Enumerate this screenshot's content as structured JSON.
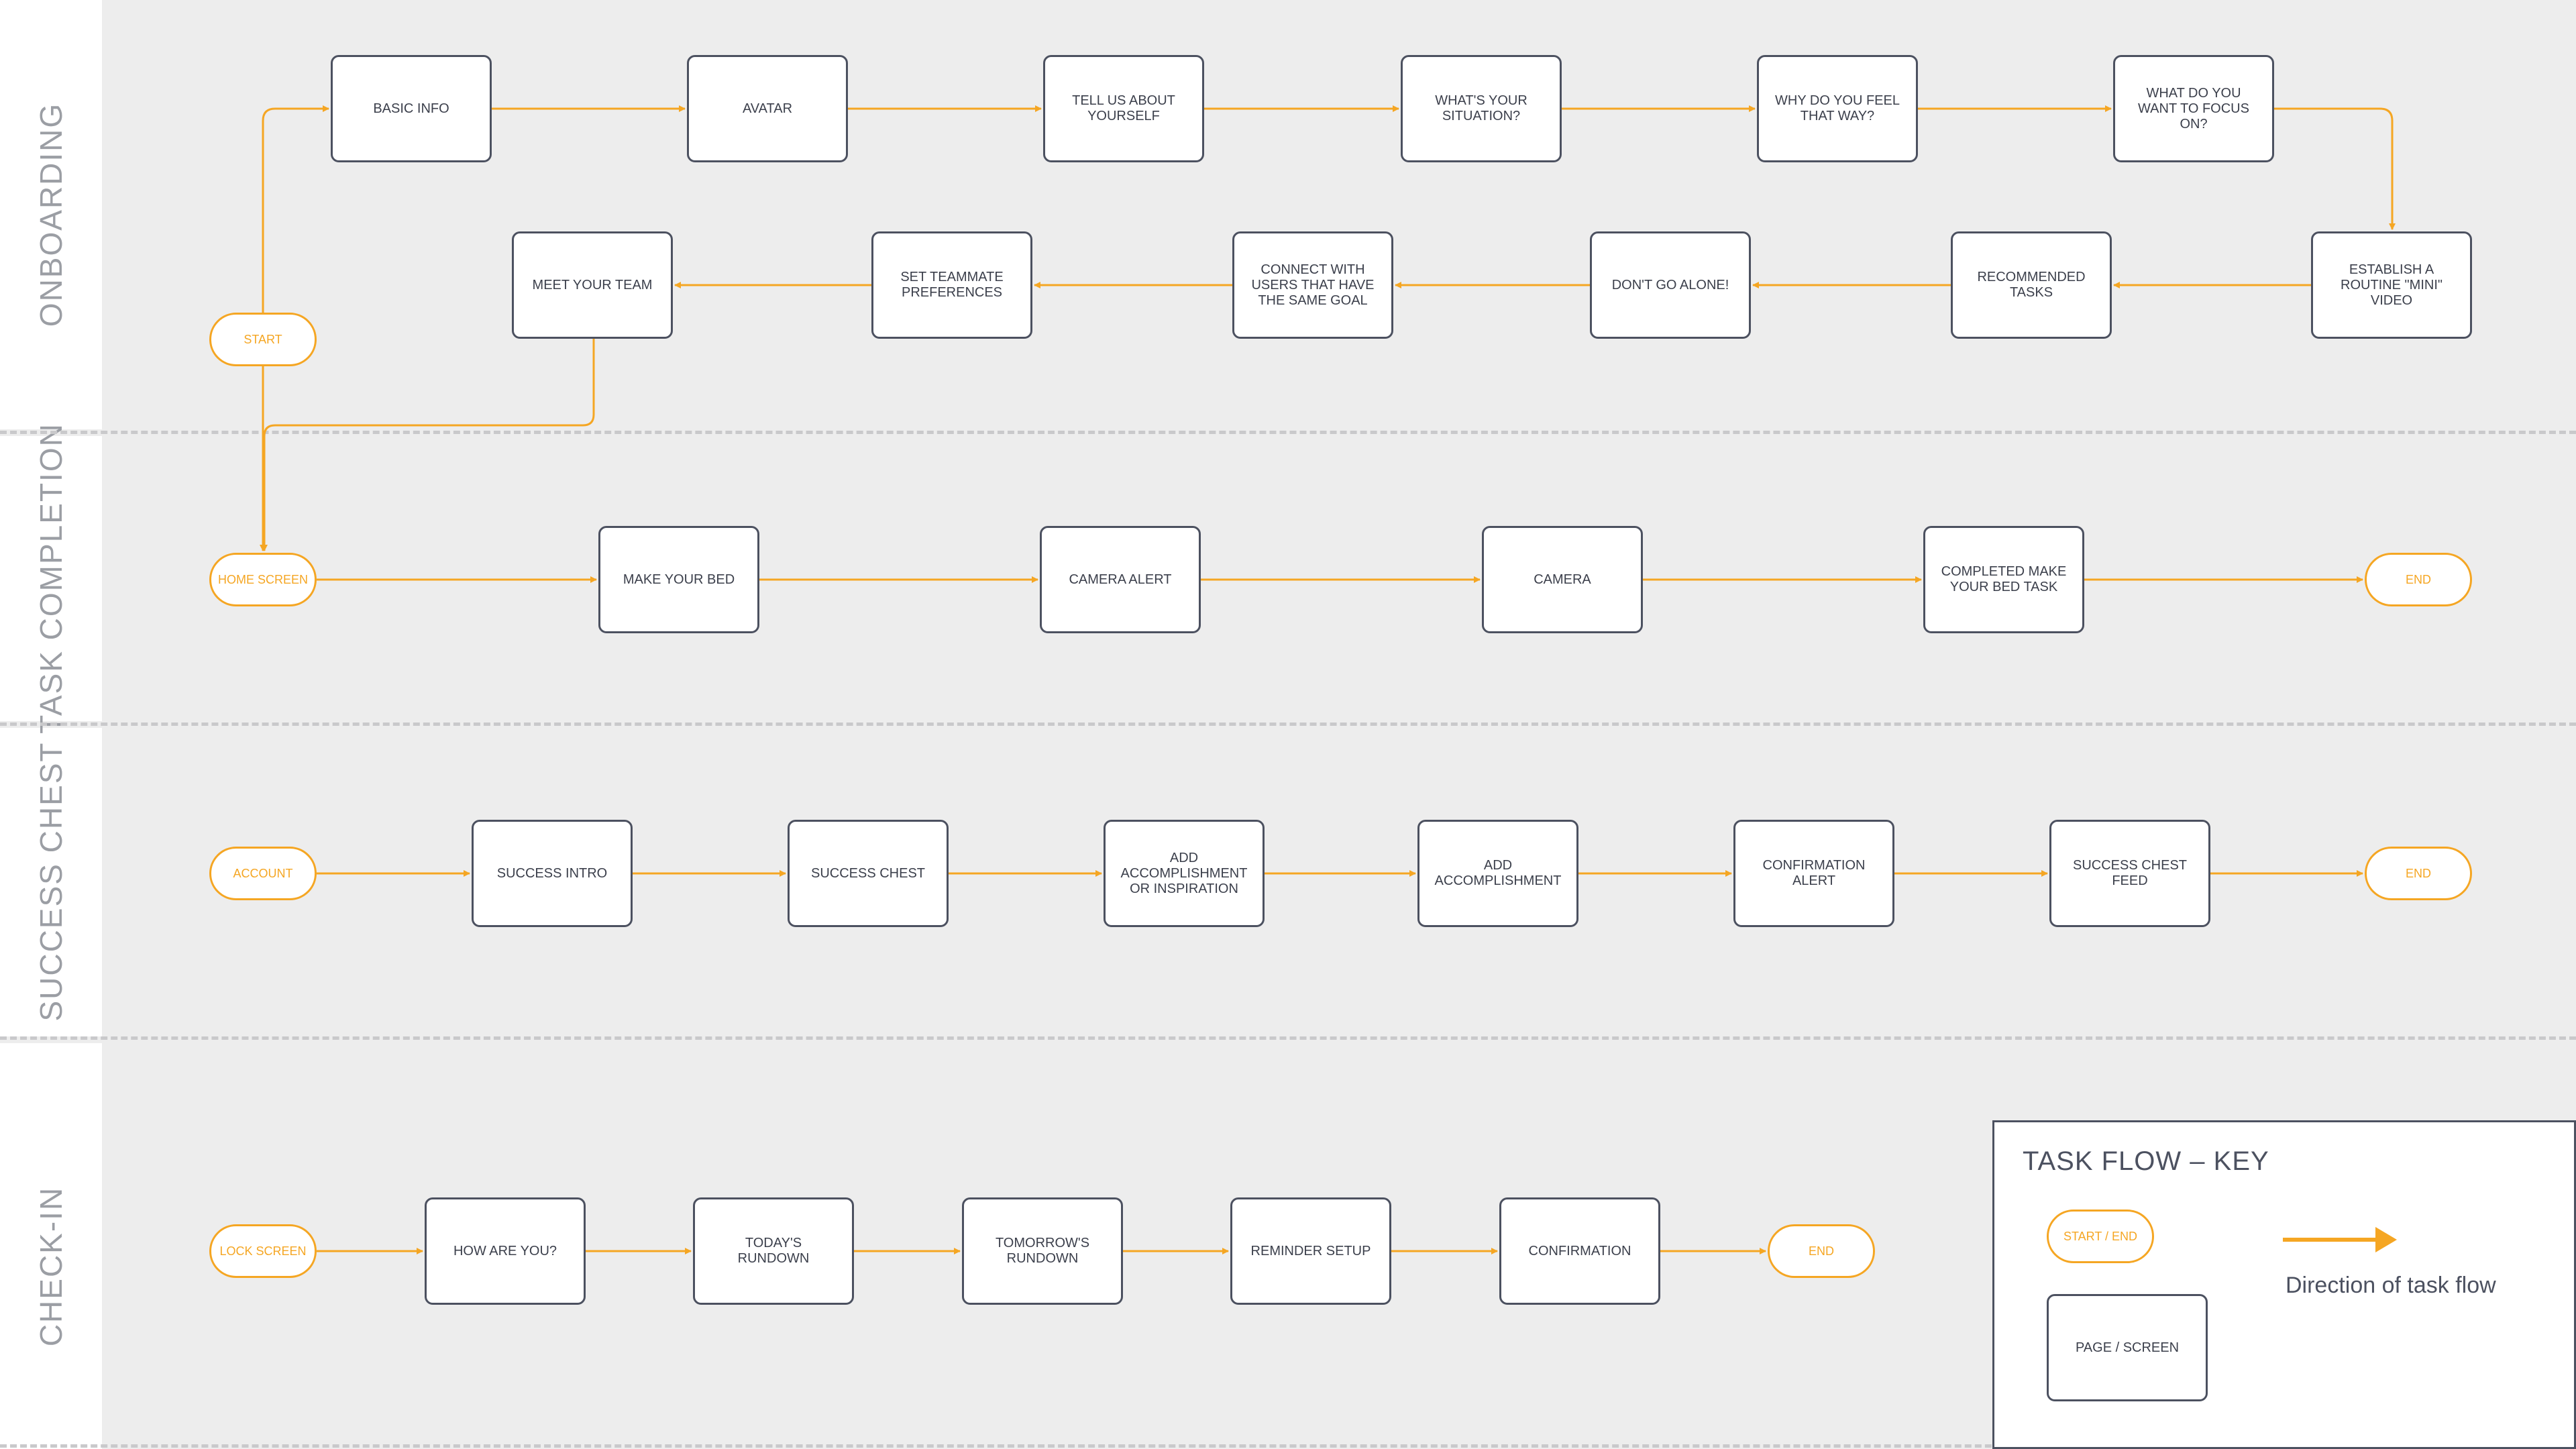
{
  "colors": {
    "accent": "#f5a623",
    "box_border": "#4c5160",
    "text": "#3b3f4b",
    "lane_label": "#9b9ea4",
    "background": "#ededed"
  },
  "lanes": [
    {
      "id": "onboarding",
      "label": "ONBOARDING"
    },
    {
      "id": "task-completion",
      "label": "TASK COMPLETION"
    },
    {
      "id": "success-chest",
      "label": "SUCCESS CHEST"
    },
    {
      "id": "check-in",
      "label": "CHECK-IN"
    }
  ],
  "nodes": [
    {
      "id": "start",
      "kind": "terminal",
      "label": "START"
    },
    {
      "id": "basic-info",
      "kind": "page",
      "label": "BASIC INFO"
    },
    {
      "id": "avatar",
      "kind": "page",
      "label": "AVATAR"
    },
    {
      "id": "tell-us",
      "kind": "page",
      "label": "TELL US ABOUT YOURSELF"
    },
    {
      "id": "situation",
      "kind": "page",
      "label": "WHAT'S YOUR SITUATION?"
    },
    {
      "id": "why-feel",
      "kind": "page",
      "label": "WHY DO YOU FEEL THAT WAY?"
    },
    {
      "id": "focus-on",
      "kind": "page",
      "label": "WHAT DO YOU WANT TO FOCUS ON?"
    },
    {
      "id": "routine-video",
      "kind": "page",
      "label": "ESTABLISH A ROUTINE \"MINI\" VIDEO"
    },
    {
      "id": "recommended",
      "kind": "page",
      "label": "RECOMMENDED TASKS"
    },
    {
      "id": "dont-go-alone",
      "kind": "page",
      "label": "DON'T GO ALONE!"
    },
    {
      "id": "connect-users",
      "kind": "page",
      "label": "CONNECT WITH USERS THAT HAVE THE SAME GOAL"
    },
    {
      "id": "teammate-prefs",
      "kind": "page",
      "label": "SET TEAMMATE PREFERENCES"
    },
    {
      "id": "meet-team",
      "kind": "page",
      "label": "MEET YOUR TEAM"
    },
    {
      "id": "home-screen",
      "kind": "terminal",
      "label": "HOME SCREEN"
    },
    {
      "id": "make-bed",
      "kind": "page",
      "label": "MAKE YOUR BED"
    },
    {
      "id": "camera-alert",
      "kind": "page",
      "label": "CAMERA ALERT"
    },
    {
      "id": "camera",
      "kind": "page",
      "label": "CAMERA"
    },
    {
      "id": "completed-bed",
      "kind": "page",
      "label": "COMPLETED MAKE YOUR BED TASK"
    },
    {
      "id": "end-task",
      "kind": "terminal",
      "label": "END"
    },
    {
      "id": "account",
      "kind": "terminal",
      "label": "ACCOUNT"
    },
    {
      "id": "success-intro",
      "kind": "page",
      "label": "SUCCESS INTRO"
    },
    {
      "id": "success-chest",
      "kind": "page",
      "label": "SUCCESS CHEST"
    },
    {
      "id": "add-acc-insp",
      "kind": "page",
      "label": "ADD ACCOMPLISHMENT OR INSPIRATION"
    },
    {
      "id": "add-acc",
      "kind": "page",
      "label": "ADD ACCOMPLISHMENT"
    },
    {
      "id": "confirm-alert",
      "kind": "page",
      "label": "CONFIRMATION ALERT"
    },
    {
      "id": "chest-feed",
      "kind": "page",
      "label": "SUCCESS CHEST FEED"
    },
    {
      "id": "end-chest",
      "kind": "terminal",
      "label": "END"
    },
    {
      "id": "lock-screen",
      "kind": "terminal",
      "label": "LOCK SCREEN"
    },
    {
      "id": "how-are-you",
      "kind": "page",
      "label": "HOW ARE YOU?"
    },
    {
      "id": "todays-rundown",
      "kind": "page",
      "label": "TODAY'S RUNDOWN"
    },
    {
      "id": "tomorrows-rundown",
      "kind": "page",
      "label": "TOMORROW'S RUNDOWN"
    },
    {
      "id": "reminder-setup",
      "kind": "page",
      "label": "REMINDER SETUP"
    },
    {
      "id": "confirmation",
      "kind": "page",
      "label": "CONFIRMATION"
    },
    {
      "id": "end-checkin",
      "kind": "terminal",
      "label": "END"
    }
  ],
  "edges": [
    {
      "from": "start",
      "to": "basic-info"
    },
    {
      "from": "basic-info",
      "to": "avatar"
    },
    {
      "from": "avatar",
      "to": "tell-us"
    },
    {
      "from": "tell-us",
      "to": "situation"
    },
    {
      "from": "situation",
      "to": "why-feel"
    },
    {
      "from": "why-feel",
      "to": "focus-on"
    },
    {
      "from": "focus-on",
      "to": "routine-video"
    },
    {
      "from": "routine-video",
      "to": "recommended"
    },
    {
      "from": "recommended",
      "to": "dont-go-alone"
    },
    {
      "from": "dont-go-alone",
      "to": "connect-users"
    },
    {
      "from": "connect-users",
      "to": "teammate-prefs"
    },
    {
      "from": "teammate-prefs",
      "to": "meet-team"
    },
    {
      "from": "meet-team",
      "to": "home-screen"
    },
    {
      "from": "start",
      "to": "home-screen"
    },
    {
      "from": "home-screen",
      "to": "make-bed"
    },
    {
      "from": "make-bed",
      "to": "camera-alert"
    },
    {
      "from": "camera-alert",
      "to": "camera"
    },
    {
      "from": "camera",
      "to": "completed-bed"
    },
    {
      "from": "completed-bed",
      "to": "end-task"
    },
    {
      "from": "account",
      "to": "success-intro"
    },
    {
      "from": "success-intro",
      "to": "success-chest"
    },
    {
      "from": "success-chest",
      "to": "add-acc-insp"
    },
    {
      "from": "add-acc-insp",
      "to": "add-acc"
    },
    {
      "from": "add-acc",
      "to": "confirm-alert"
    },
    {
      "from": "confirm-alert",
      "to": "chest-feed"
    },
    {
      "from": "chest-feed",
      "to": "end-chest"
    },
    {
      "from": "lock-screen",
      "to": "how-are-you"
    },
    {
      "from": "how-are-you",
      "to": "todays-rundown"
    },
    {
      "from": "todays-rundown",
      "to": "tomorrows-rundown"
    },
    {
      "from": "tomorrows-rundown",
      "to": "reminder-setup"
    },
    {
      "from": "reminder-setup",
      "to": "confirmation"
    },
    {
      "from": "confirmation",
      "to": "end-checkin"
    }
  ],
  "key": {
    "title": "TASK FLOW – KEY",
    "terminal_label": "START / END",
    "page_label": "PAGE / SCREEN",
    "arrow_label": "Direction of task flow"
  }
}
